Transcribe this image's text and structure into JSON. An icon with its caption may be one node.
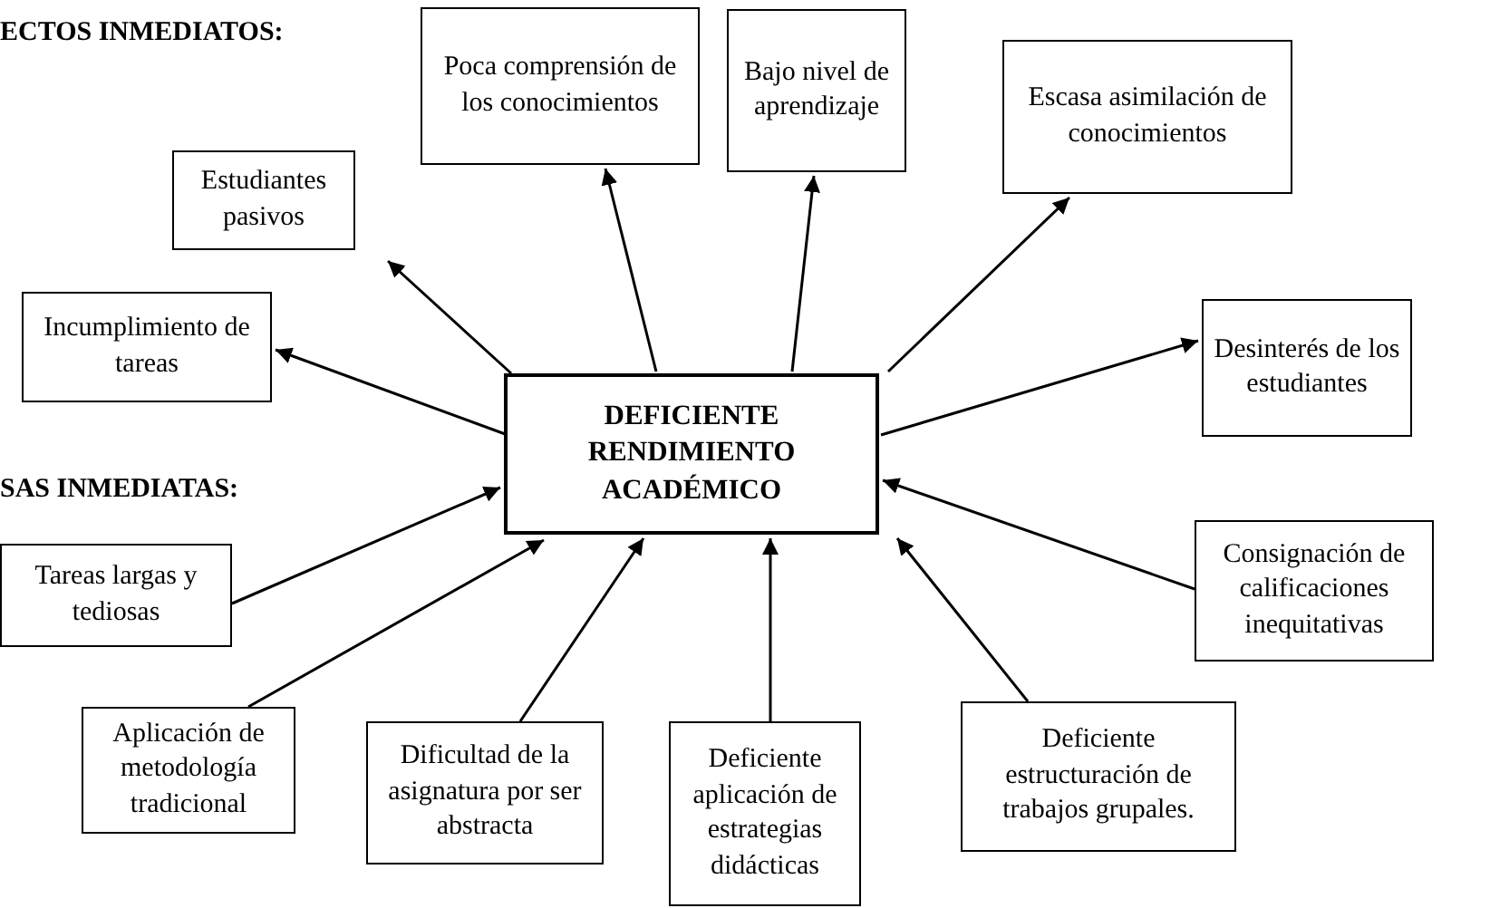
{
  "diagram": {
    "nodes": [
      {
        "text": [
          "Poca comprensión de los conocimientos"
        ]
      },
      {
        "text": [
          "Bajo nivel de aprendizaje"
        ]
      },
      {
        "text": [
          "Escasa asimilación de conocimientos"
        ]
      },
      {
        "text": [
          "Estudiantes pasivos"
        ]
      },
      {
        "text": [
          "Incumplimiento de tareas"
        ]
      },
      {
        "text": [
          "Desinterés de los estudiantes"
        ]
      },
      {
        "text": [
          "DEFICIENTE RENDIMIENTO ACADÉMICO"
        ]
      },
      {
        "text": [
          "Tareas largas y tediosas"
        ]
      },
      {
        "text": [
          "Consignación de calificaciones inequitativas"
        ]
      },
      {
        "text": [
          "Aplicación de metodología tradicional"
        ]
      },
      {
        "text": [
          "Dificultad de la asignatura por ser abstracta"
        ]
      },
      {
        "text": [
          "Deficiente aplicación de estrategias didácticas"
        ]
      },
      {
        "text": [
          "Deficiente estructuración de trabajos grupales."
        ]
      }
    ],
    "edges": [
      {
        "from": 6,
        "to": 4,
        "arrow": "to"
      },
      {
        "from": 6,
        "to": 3,
        "arrow": "to"
      },
      {
        "from": 6,
        "to": 0,
        "arrow": "to"
      },
      {
        "from": 6,
        "to": 1,
        "arrow": "to"
      },
      {
        "from": 6,
        "to": 2,
        "arrow": "to"
      },
      {
        "from": 6,
        "to": 5,
        "arrow": "to"
      },
      {
        "from": 7,
        "to": 6,
        "arrow": "to"
      },
      {
        "from": 9,
        "to": 6,
        "arrow": "to"
      },
      {
        "from": 10,
        "to": 6,
        "arrow": "to"
      },
      {
        "from": 11,
        "to": 6,
        "arrow": "to"
      },
      {
        "from": 12,
        "to": 6,
        "arrow": "to"
      },
      {
        "from": 8,
        "to": 6,
        "arrow": "to"
      }
    ],
    "labels": [
      "ECTOS INMEDIATOS:",
      "SAS INMEDIATAS:"
    ]
  }
}
